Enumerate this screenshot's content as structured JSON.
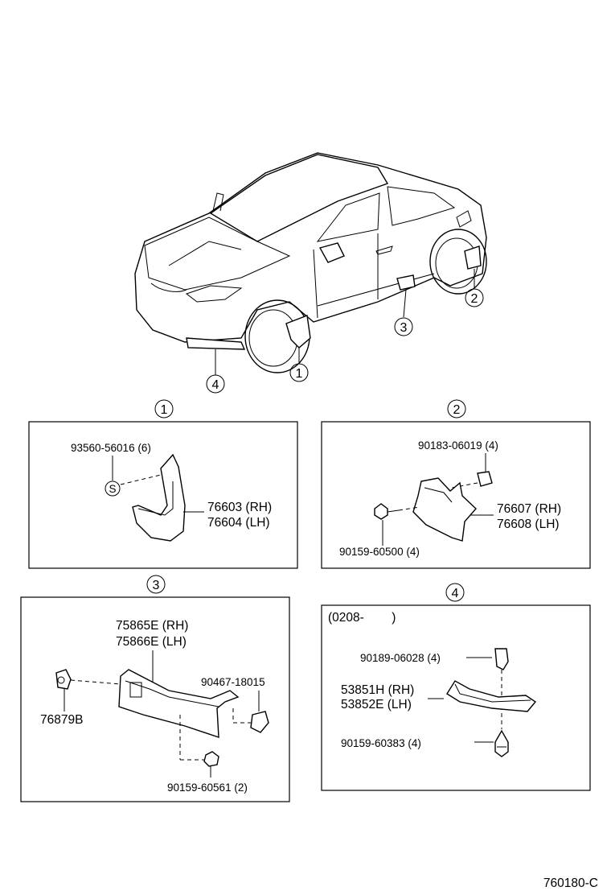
{
  "callouts": [
    "1",
    "2",
    "3",
    "4"
  ],
  "panel1": {
    "screw": "93560-56016 (6)",
    "screw_mark": "S",
    "part_rh": "76603 (RH)",
    "part_lh": "76604 (LH)"
  },
  "panel2": {
    "clip": "90183-06019 (4)",
    "bolt": "90159-60500 (4)",
    "part_rh": "76607 (RH)",
    "part_lh": "76608 (LH)"
  },
  "panel3": {
    "part_rh": "75865E (RH)",
    "part_lh": "75866E (LH)",
    "clip_left": "76879B",
    "clip_right": "90467-18015",
    "bolt": "90159-60561 (2)"
  },
  "panel4": {
    "date_range": "(0208-        )",
    "clip": "90189-06028 (4)",
    "part_rh": "53851H (RH)",
    "part_lh": "53852E (LH)",
    "bolt": "90159-60383 (4)"
  },
  "diagram_code": "760180-C"
}
